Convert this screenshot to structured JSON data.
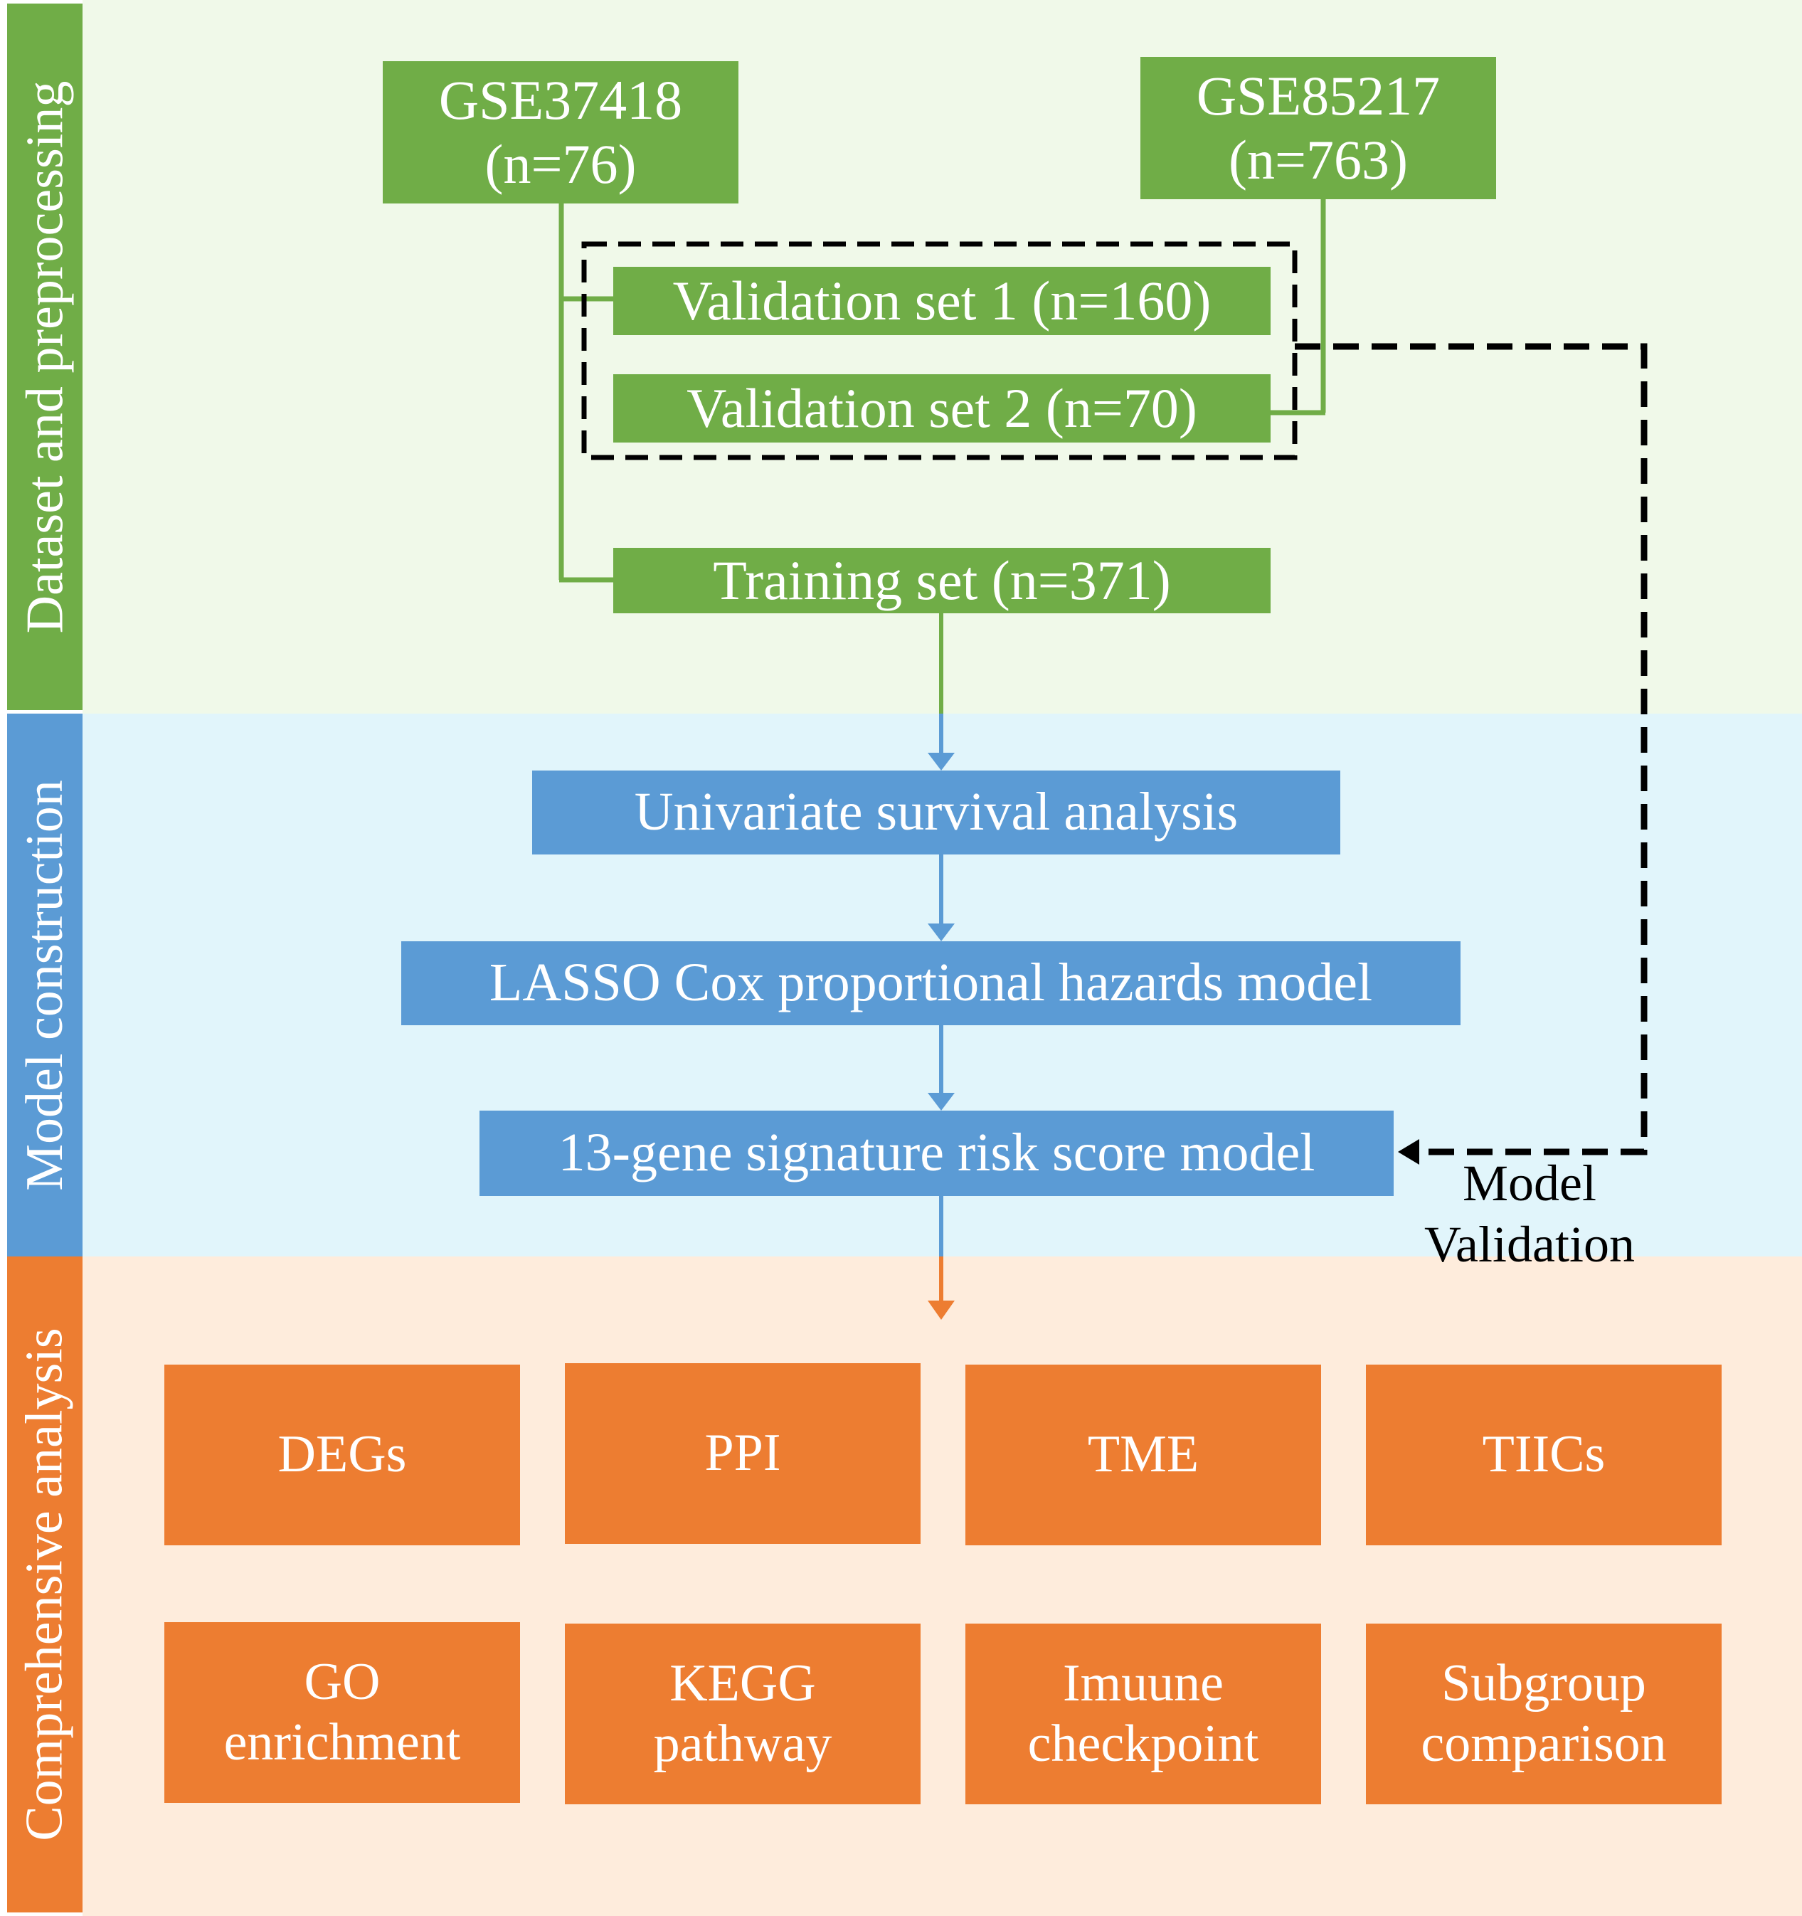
{
  "colors": {
    "green": "#70ad47",
    "green_bg": "#f0f9e9",
    "blue": "#5b9bd5",
    "blue_bg": "#e1f5fb",
    "orange": "#ed7d31",
    "orange_bg": "#feecdc"
  },
  "sections": {
    "dataset": "Dataset and preprocessing",
    "model": "Model construction",
    "analysis": "Comprehensive analysis"
  },
  "datasets": {
    "gse37418": {
      "name": "GSE37418",
      "n": "(n=76)"
    },
    "gse85217": {
      "name": "GSE85217",
      "n": "(n=763)"
    }
  },
  "sets": {
    "validation1": "Validation set 1 (n=160)",
    "validation2": "Validation set 2 (n=70)",
    "training": "Training set (n=371)"
  },
  "steps": {
    "univariate": "Univariate survival analysis",
    "lasso": "LASSO Cox proportional hazards model",
    "signature": "13-gene signature risk score model"
  },
  "model_validation": {
    "line1": "Model",
    "line2": "Validation"
  },
  "analyses": {
    "degs": "DEGs",
    "ppi": "PPI",
    "tme": "TME",
    "tiics": "TIICs",
    "go": {
      "line1": "GO",
      "line2": "enrichment"
    },
    "kegg": {
      "line1": "KEGG",
      "line2": "pathway"
    },
    "immune": {
      "line1": "Imuune",
      "line2": "checkpoint"
    },
    "subgroup": {
      "line1": "Subgroup",
      "line2": "comparison"
    }
  }
}
